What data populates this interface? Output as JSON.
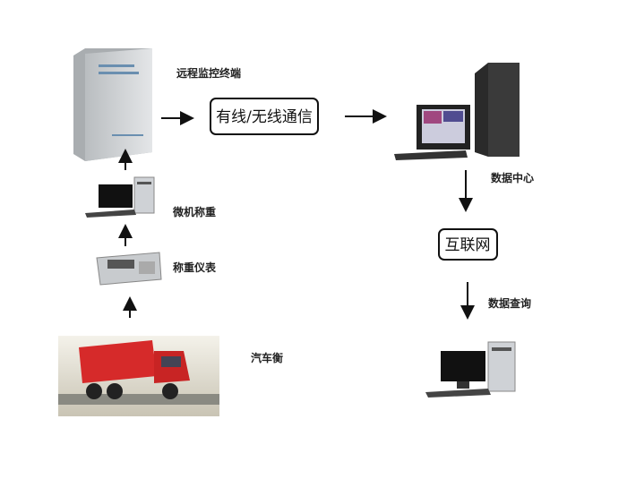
{
  "nodes": {
    "terminal": "远程监控终端",
    "comm": "有线/无线通信",
    "datacenter": "数据中心",
    "internet": "互联网",
    "query": "数据查询",
    "pc": "微机称重",
    "instrument": "称重仪表",
    "truckscale": "汽车衡"
  },
  "colors": {
    "truck": "#d62a2a",
    "cabinet": "#cfd3d6",
    "screen": "#1a1a2e"
  }
}
